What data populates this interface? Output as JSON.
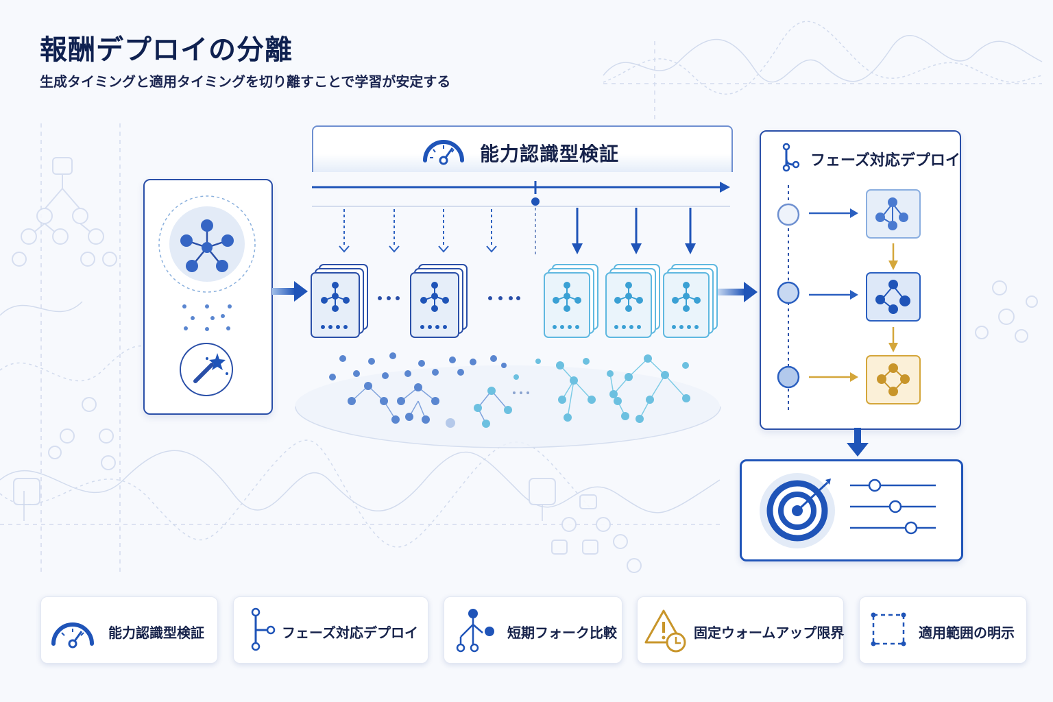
{
  "title": "報酬デプロイの分離",
  "subtitle": "生成タイミングと適用タイミングを切り離すことで学習が安定する",
  "verification": {
    "label": "能力認識型検証"
  },
  "phase_deploy": {
    "label": "フェーズ対応デプロイ"
  },
  "legend": [
    {
      "label": "能力認識型検証",
      "icon": "gauge-icon"
    },
    {
      "label": "フェーズ対応デプロイ",
      "icon": "branch-icon"
    },
    {
      "label": "短期フォーク比較",
      "icon": "fork-tree-icon"
    },
    {
      "label": "固定ウォームアップ限界",
      "icon": "warning-clock-icon"
    },
    {
      "label": "適用範囲の明示",
      "icon": "dashed-square-icon"
    }
  ],
  "colors": {
    "primary": "#1f54b8",
    "navy": "#0f2150",
    "light_blue": "#5fb8e0",
    "gold": "#d4a63a"
  }
}
